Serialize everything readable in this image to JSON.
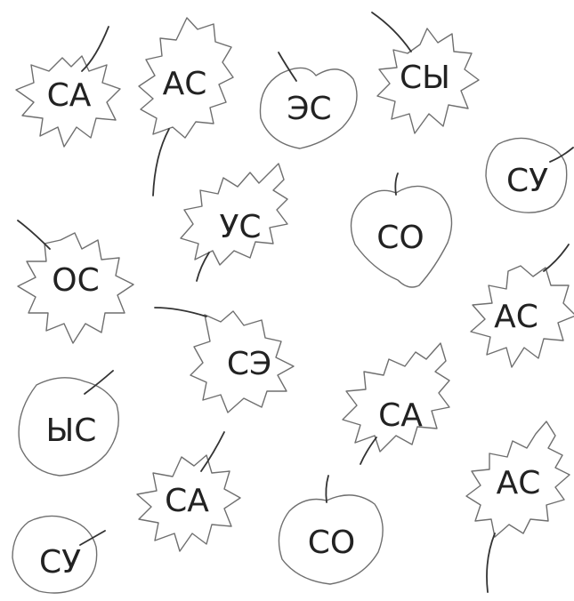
{
  "leaves": [
    {
      "label": "СА",
      "shape": "maple-leaf"
    },
    {
      "label": "АС",
      "shape": "oak-leaf"
    },
    {
      "label": "ЭС",
      "shape": "linden-leaf"
    },
    {
      "label": "СЫ",
      "shape": "maple-leaf"
    },
    {
      "label": "СУ",
      "shape": "linden-leaf"
    },
    {
      "label": "УС",
      "shape": "oak-leaf"
    },
    {
      "label": "СО",
      "shape": "linden-leaf"
    },
    {
      "label": "ОС",
      "shape": "maple-leaf"
    },
    {
      "label": "АС",
      "shape": "maple-leaf"
    },
    {
      "label": "СЭ",
      "shape": "oak-leaf"
    },
    {
      "label": "ЫС",
      "shape": "linden-leaf"
    },
    {
      "label": "СА",
      "shape": "oak-leaf"
    },
    {
      "label": "СА",
      "shape": "maple-leaf"
    },
    {
      "label": "АС",
      "shape": "oak-leaf"
    },
    {
      "label": "СО",
      "shape": "linden-leaf"
    },
    {
      "label": "СУ",
      "shape": "linden-leaf"
    }
  ]
}
